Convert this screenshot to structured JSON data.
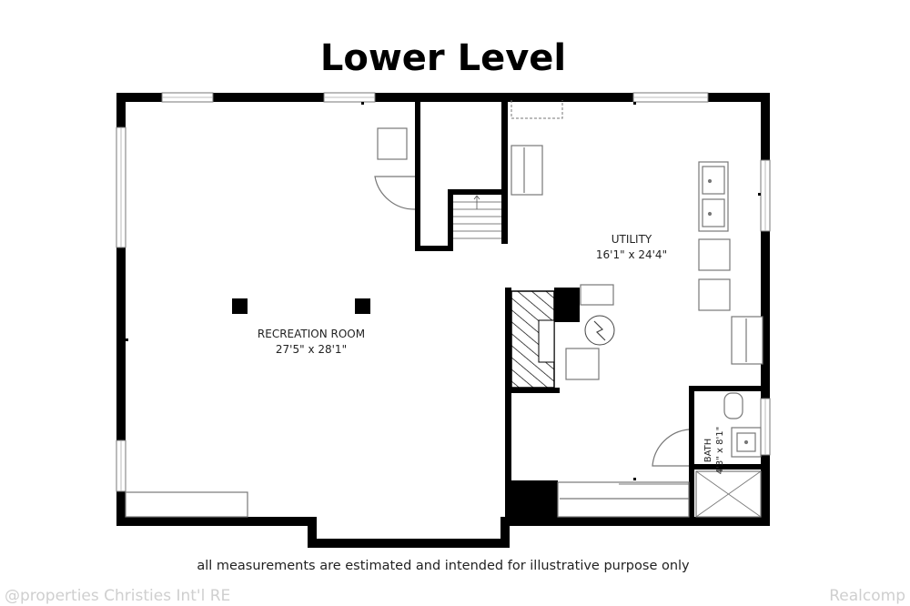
{
  "title": "Lower Level",
  "rooms": {
    "recreation": {
      "name": "RECREATION ROOM",
      "dims": "27'5\" x 28'1\""
    },
    "utility": {
      "name": "UTILITY",
      "dims": "16'1\" x 24'4\""
    },
    "bath": {
      "name": "BATH",
      "dims": "4'3\" x 8'1\""
    }
  },
  "footnote": "all measurements are estimated and intended for illustrative purpose only",
  "watermarks": {
    "left": "@properties Christies Int'l RE",
    "right": "Realcomp"
  },
  "colors": {
    "wall": "#000000",
    "fixture": "#777777",
    "watermark": "#cfcfcf"
  }
}
